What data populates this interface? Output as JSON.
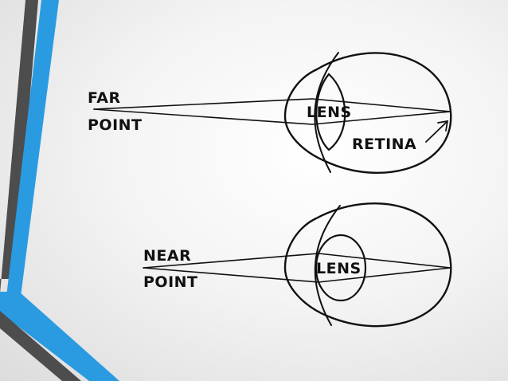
{
  "colors": {
    "background": "#f0f0f0",
    "accent_blue": "#2a9be0",
    "accent_dark": "#4d4d4d",
    "ink": "#111111"
  },
  "far_diagram": {
    "point_label_line1": "FAR",
    "point_label_line2": "POINT",
    "lens_label": "LENS",
    "retina_label": "RETINA"
  },
  "near_diagram": {
    "point_label_line1": "NEAR",
    "point_label_line2": "POINT",
    "lens_label": "LENS"
  }
}
